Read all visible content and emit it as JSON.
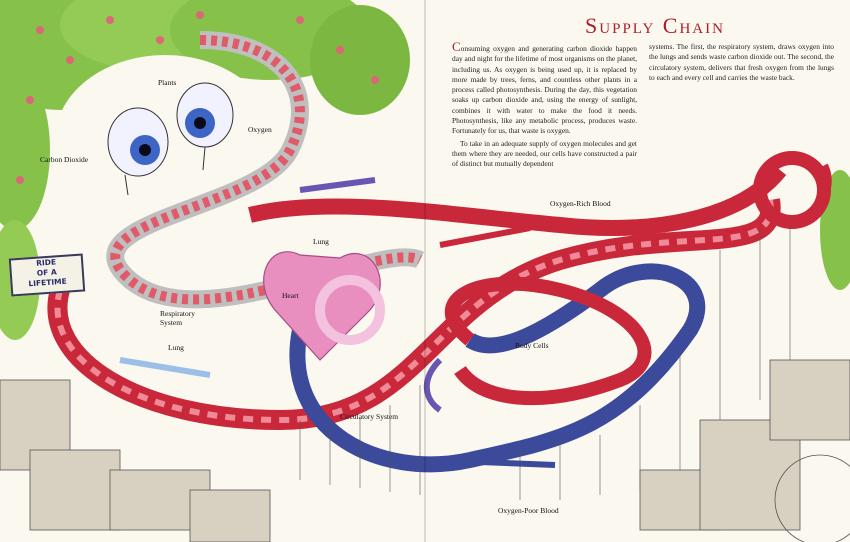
{
  "page": {
    "title": "Supply Chain",
    "paragraph1_dropcap": "C",
    "paragraph1_rest": "onsuming oxygen and generating carbon dioxide happen day and night for the lifetime of most organisms on the planet, including us. As oxygen is being used up, it is replaced by more made by trees, ferns, and countless other plants in a process called photosynthesis. During the day, this vegetation soaks up carbon dioxide and, using the energy of sunlight, combines it with water to make the food it needs. Photosynthesis, like any metabolic process, produces waste. Fortunately for us, that waste is oxygen.",
    "paragraph2": "To take in an adequate supply of oxygen molecules and get them where they are needed, our cells have constructed a pair of distinct but mutually dependent",
    "paragraph3": "systems. The first, the respiratory system, draws oxygen into the lungs and sends waste carbon dioxide out. The second, the circulatory system, delivers that fresh oxygen from the lungs to each and every cell and carries the waste back."
  },
  "illustration": {
    "sign_line1": "RIDE",
    "sign_line2": "OF A",
    "sign_line3": "LIFETIME",
    "labels": {
      "plants": "Plants",
      "oxygen": "Oxygen",
      "carbon_dioxide": "Carbon Dioxide",
      "lung_upper": "Lung",
      "heart": "Heart",
      "respiratory_system": "Respiratory\nSystem",
      "lung_lower": "Lung",
      "oxygen_rich_blood": "Oxygen-Rich Blood",
      "body_cells": "Body Cells",
      "circulatory_system": "Circulatory System",
      "oxygen_poor_blood": "Oxygen-Poor Blood"
    }
  },
  "colors": {
    "title_red": "#b01d2a",
    "oxygen_rich_track": "#c8283a",
    "oxygen_poor_track": "#3b4a9a",
    "foliage": "#7dbb3c",
    "heart_pink": "#e98fc0"
  }
}
